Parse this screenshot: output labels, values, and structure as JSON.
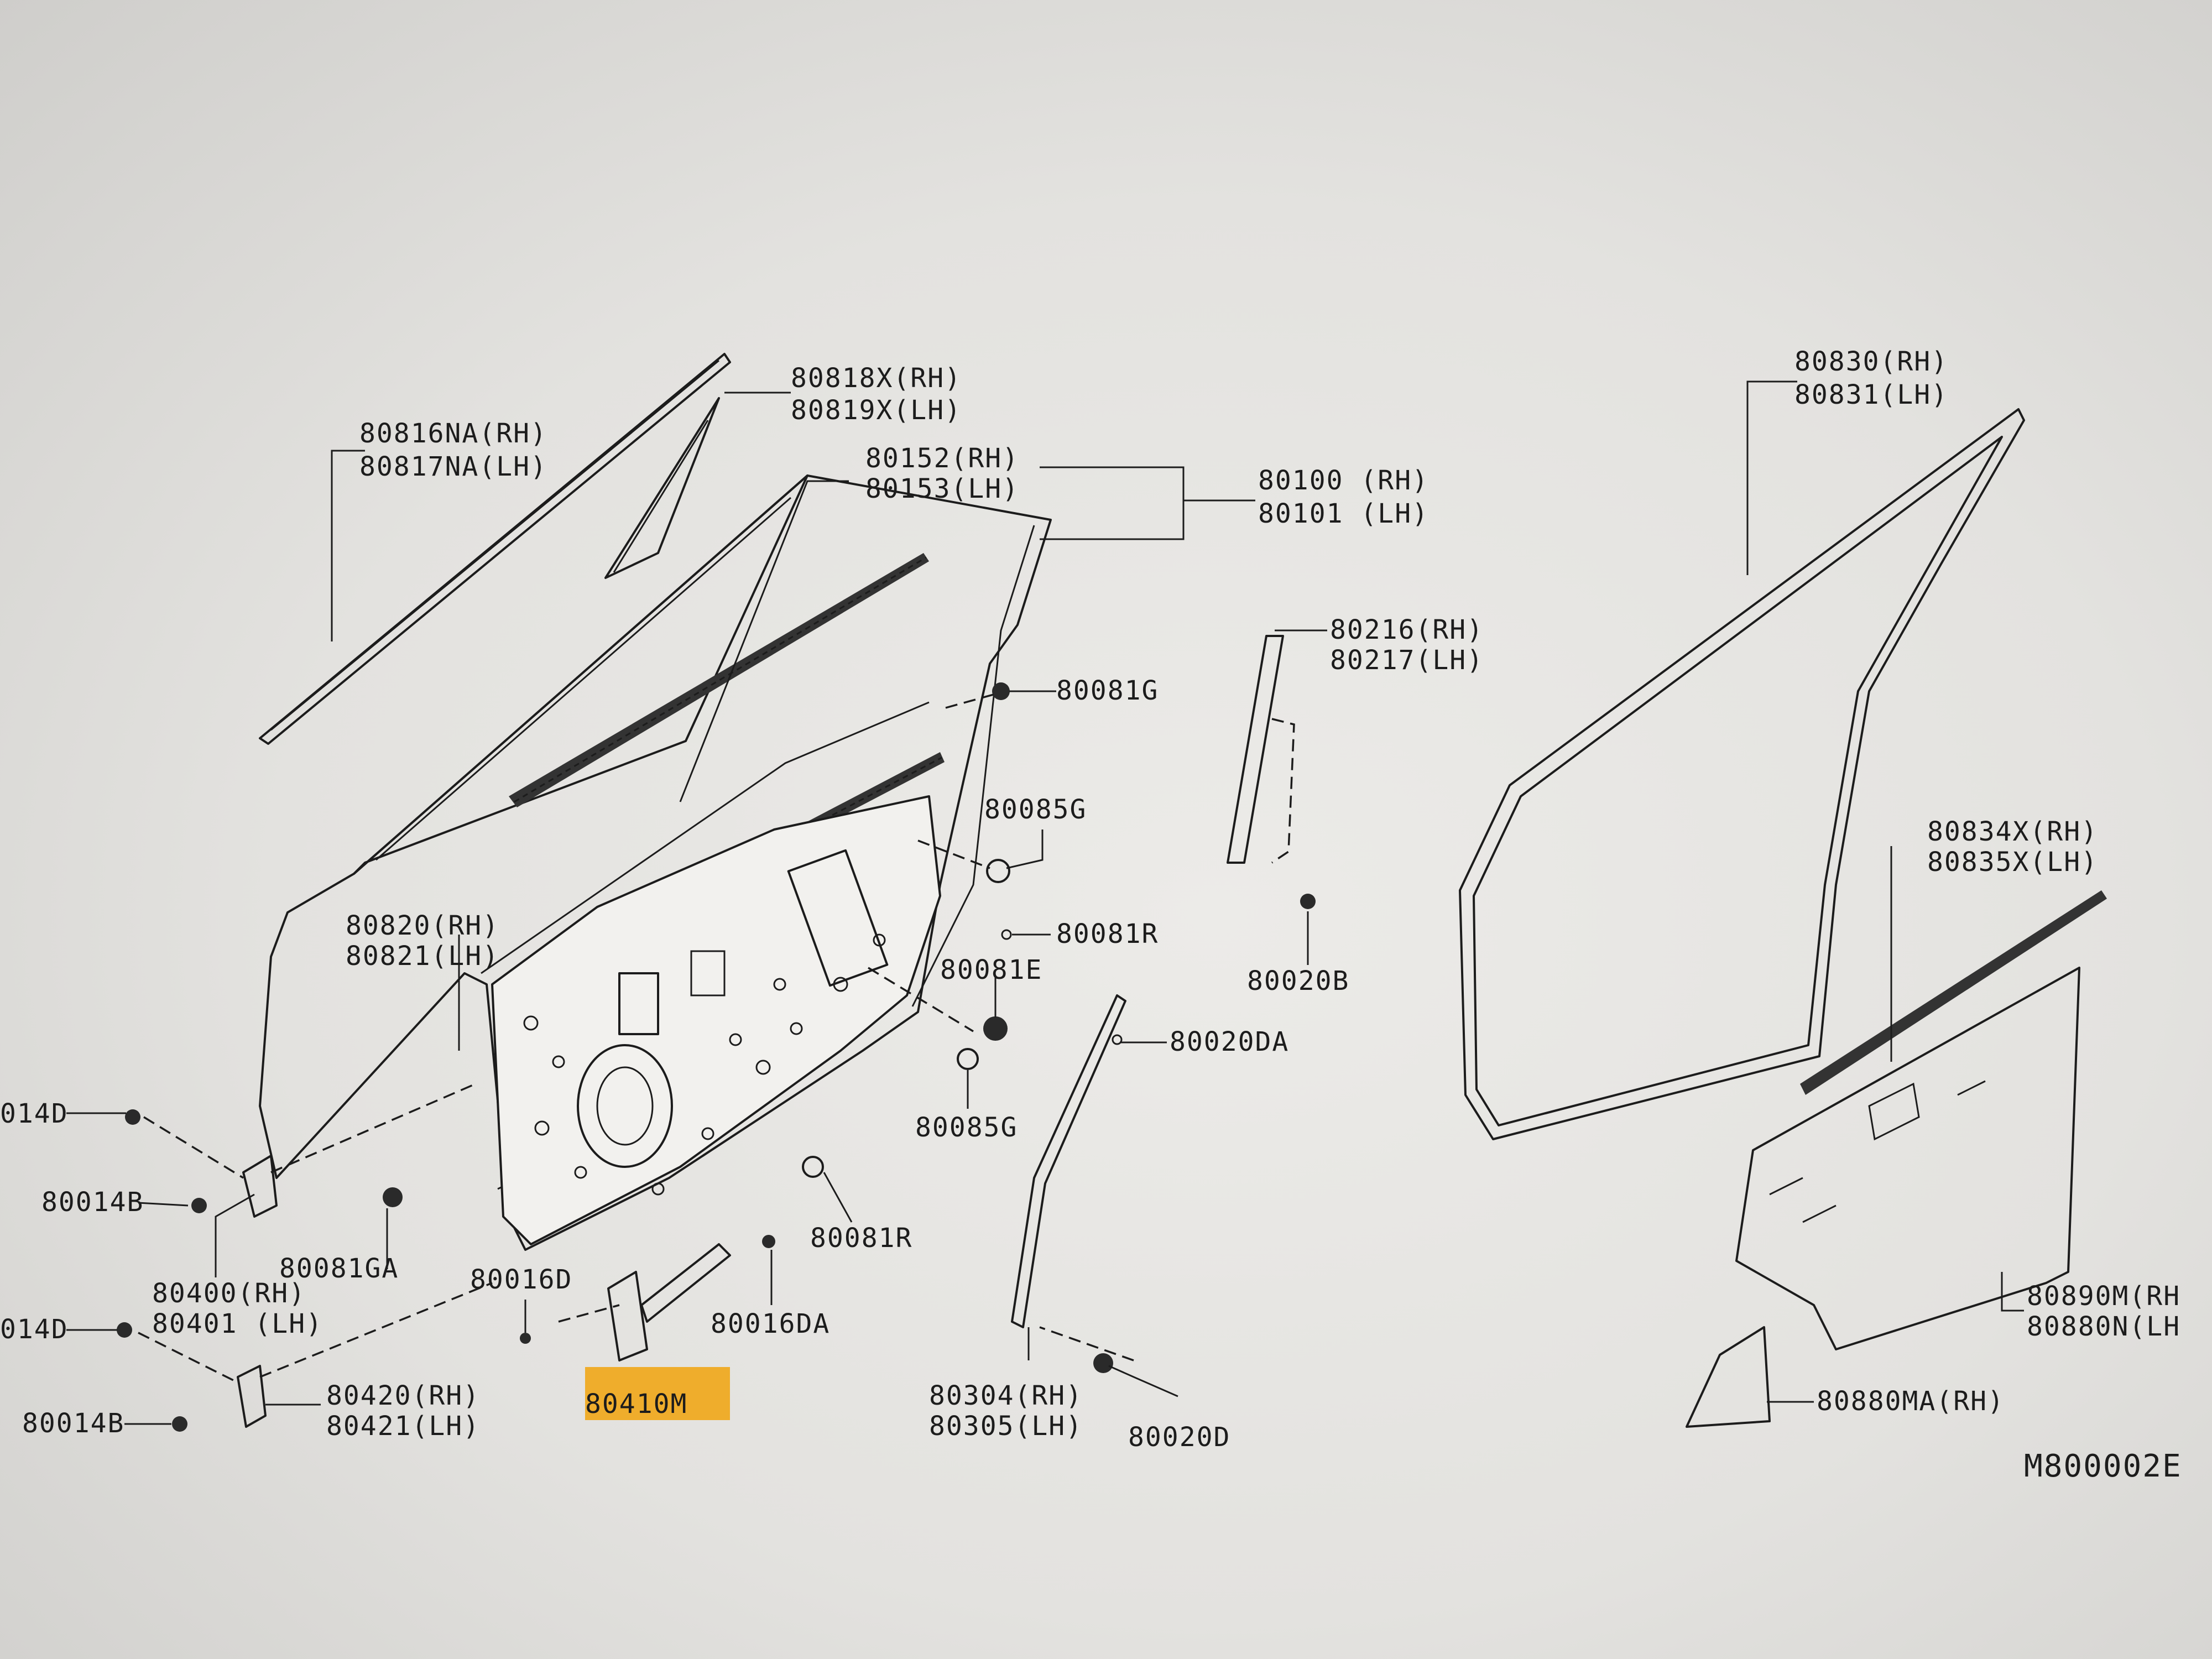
{
  "diagram_id": "M800002E",
  "highlight_color": "#f0a81c",
  "labels": {
    "l_80816": [
      "80816NA(RH)",
      "80817NA(LH)"
    ],
    "l_80818": [
      "80818X(RH)",
      "80819X(LH)"
    ],
    "l_80152": [
      "80152(RH)",
      "80153(LH)"
    ],
    "l_80100": [
      "80100 (RH)",
      "80101 (LH)"
    ],
    "l_80830": [
      "80830(RH)",
      "80831(LH)"
    ],
    "l_80216": [
      "80216(RH)",
      "80217(LH)"
    ],
    "l_80081G": "80081G",
    "l_80085G_top": "80085G",
    "l_80081R_top": "80081R",
    "l_80081E": "80081E",
    "l_80020B": "80020B",
    "l_80834": [
      "80834X(RH)",
      "80835X(LH)"
    ],
    "l_80820": [
      "80820(RH)",
      "80821(LH)"
    ],
    "l_80020DA": "80020DA",
    "l_80085G_bot": "80085G",
    "l_80014D_top": "014D",
    "l_80014B_top": "80014B",
    "l_80081GA": "80081GA",
    "l_80081R_bot": "80081R",
    "l_80400": [
      "80400(RH)",
      "80401 (LH)"
    ],
    "l_80016D": "80016D",
    "l_80016DA": "80016DA",
    "l_80014D_bot": "014D",
    "l_80014B_bot": "80014B",
    "l_80420": [
      "80420(RH)",
      "80421(LH)"
    ],
    "l_80410M": "80410M",
    "l_80304": [
      "80304(RH)",
      "80305(LH)"
    ],
    "l_80020D": "80020D",
    "l_80890": [
      "80890M(RH",
      "80880N(LH"
    ],
    "l_80880MA": "80880MA(RH)"
  }
}
